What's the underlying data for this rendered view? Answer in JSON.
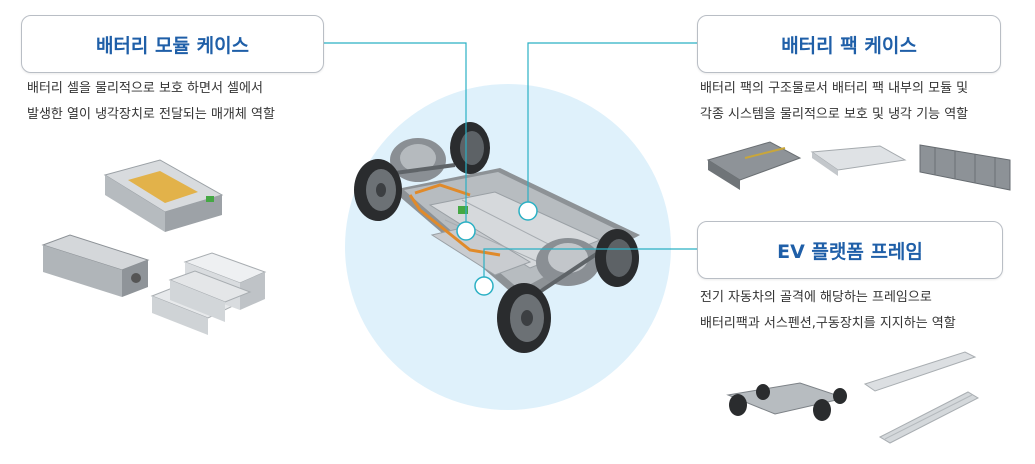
{
  "colors": {
    "title_text": "#1f5fa8",
    "connector": "#2bb0c4",
    "circle_bg": "#dff1fb",
    "box_border": "#b9bec5"
  },
  "sections": [
    {
      "title": "배터리 모듈 케이스",
      "lines": [
        "배터리 셀을 물리적으로 보호 하면서 셀에서",
        "발생한 열이 냉각장치로 전달되는 매개체 역할"
      ],
      "illustration": "battery-module-case-photos"
    },
    {
      "title": "배터리 팩 케이스",
      "lines": [
        "배터리 팩의 구조물로서 배터리 팩 내부의 모듈 및",
        "각종 시스템을 물리적으로 보호 및 냉각 기능 역할"
      ],
      "illustration": "battery-pack-case-photos"
    },
    {
      "title": "EV 플랫폼 프레임",
      "lines": [
        "전기 자동차의 골격에 해당하는 프레임으로",
        "배터리팩과 서스펜션,구동장치를 지지하는 역할"
      ],
      "illustration": "ev-platform-frame-photos"
    }
  ],
  "center_illustration": "ev-skateboard-chassis"
}
